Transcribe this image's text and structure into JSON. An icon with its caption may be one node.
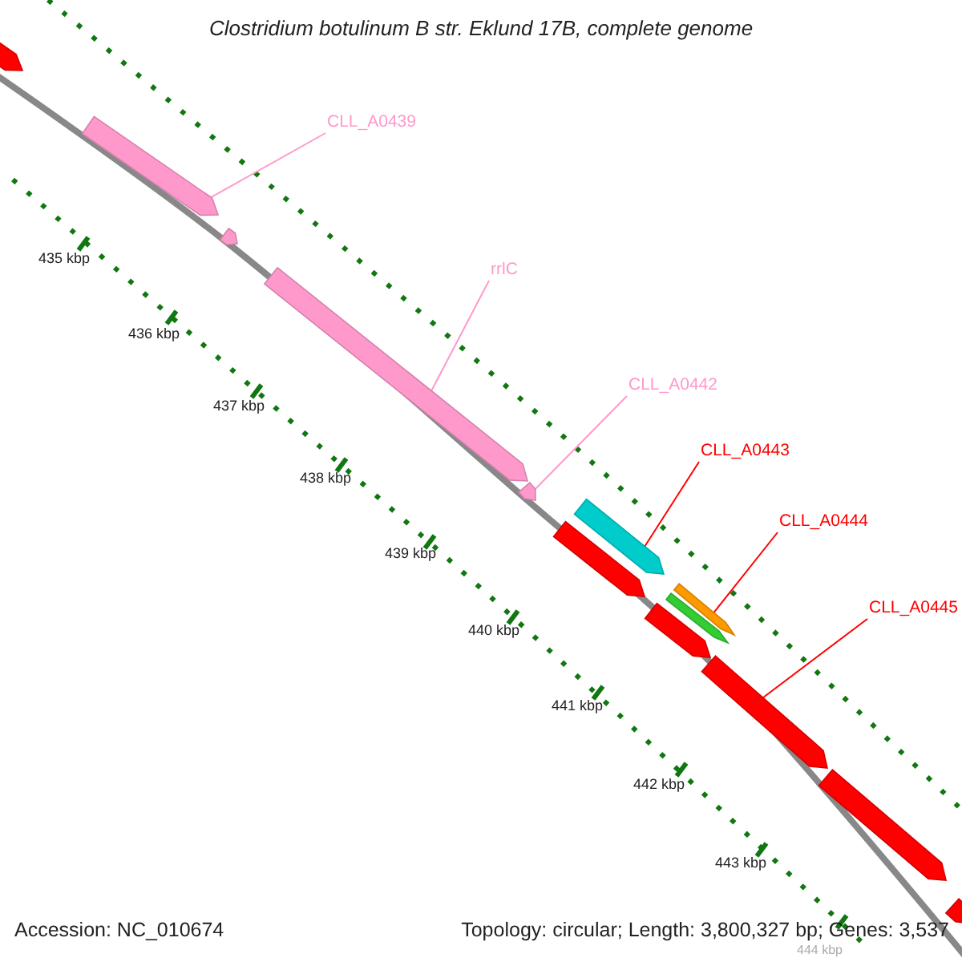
{
  "diagram": {
    "title": "Clostridium botulinum B str. Eklund 17B, complete genome",
    "nodes": [
      {
        "text": [],
        "shape": "arrow"
      },
      {
        "text": [
          "CLL_A0439"
        ]
      },
      {
        "text": [],
        "shape": "arrow"
      },
      {
        "text": [],
        "shape": "arrow"
      },
      {
        "text": [
          "rrlC"
        ]
      },
      {
        "text": [],
        "shape": "arrow"
      },
      {
        "text": [
          "CLL_A0442"
        ]
      },
      {
        "text": [],
        "shape": "arrow"
      },
      {
        "text": [
          "CLL_A0443"
        ]
      },
      {
        "text": [],
        "shape": "arrow"
      },
      {
        "text": [],
        "shape": "arrow"
      },
      {
        "text": [
          "CLL_A0444"
        ]
      },
      {
        "text": [],
        "shape": "arrow"
      },
      {
        "text": [],
        "shape": "arrow"
      },
      {
        "text": [],
        "shape": "arrow"
      },
      {
        "text": [
          "CLL_A0445"
        ]
      },
      {
        "text": [],
        "shape": "arrow"
      },
      {
        "text": [],
        "shape": "arrow"
      },
      {
        "text": [],
        "shape": "arrow"
      }
    ],
    "edges": [
      {
        "from": 1,
        "to": 2,
        "arrow": "none",
        "color": "#ff99cc"
      },
      {
        "from": 4,
        "to": 5,
        "arrow": "none",
        "color": "#ff99cc"
      },
      {
        "from": 6,
        "to": 7,
        "arrow": "none",
        "color": "#ff99cc"
      },
      {
        "from": 8,
        "to": 9,
        "arrow": "none",
        "color": "#ff0000"
      },
      {
        "from": 11,
        "to": 12,
        "arrow": "none",
        "color": "#ff0000"
      },
      {
        "from": 15,
        "to": 16,
        "arrow": "none",
        "color": "#ff0000"
      }
    ],
    "labels": [
      "435 kbp",
      "436 kbp",
      "437 kbp",
      "438 kbp",
      "439 kbp",
      "440 kbp",
      "441 kbp",
      "442 kbp",
      "443 kbp",
      "444 kbp",
      "Accession: NC_010674",
      "Topology: circular; Length: 3,800,327 bp; Genes: 3,537"
    ]
  }
}
